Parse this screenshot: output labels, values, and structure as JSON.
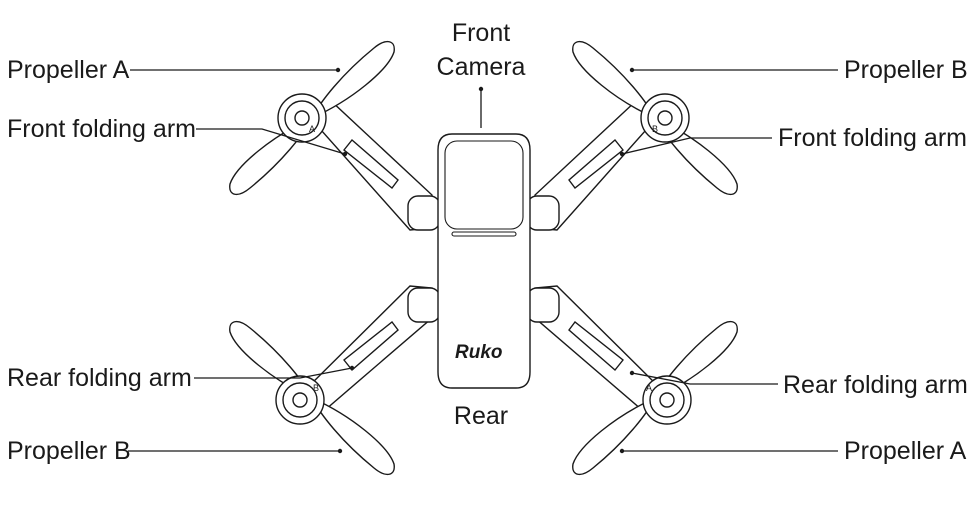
{
  "labels": {
    "front_camera_line1": "Front",
    "front_camera_line2": "Camera",
    "rear": "Rear",
    "top_left_propeller": "Propeller A",
    "top_right_propeller": "Propeller B",
    "bottom_left_propeller": "Propeller B",
    "bottom_right_propeller": "Propeller A",
    "front_left_arm": "Front folding arm",
    "front_right_arm": "Front folding arm",
    "rear_left_arm": "Rear folding arm",
    "rear_right_arm": "Rear folding arm"
  },
  "brand": "Ruko",
  "motor_marks": {
    "front_left": "A",
    "front_right": "B",
    "rear_left": "B",
    "rear_right": "A"
  }
}
